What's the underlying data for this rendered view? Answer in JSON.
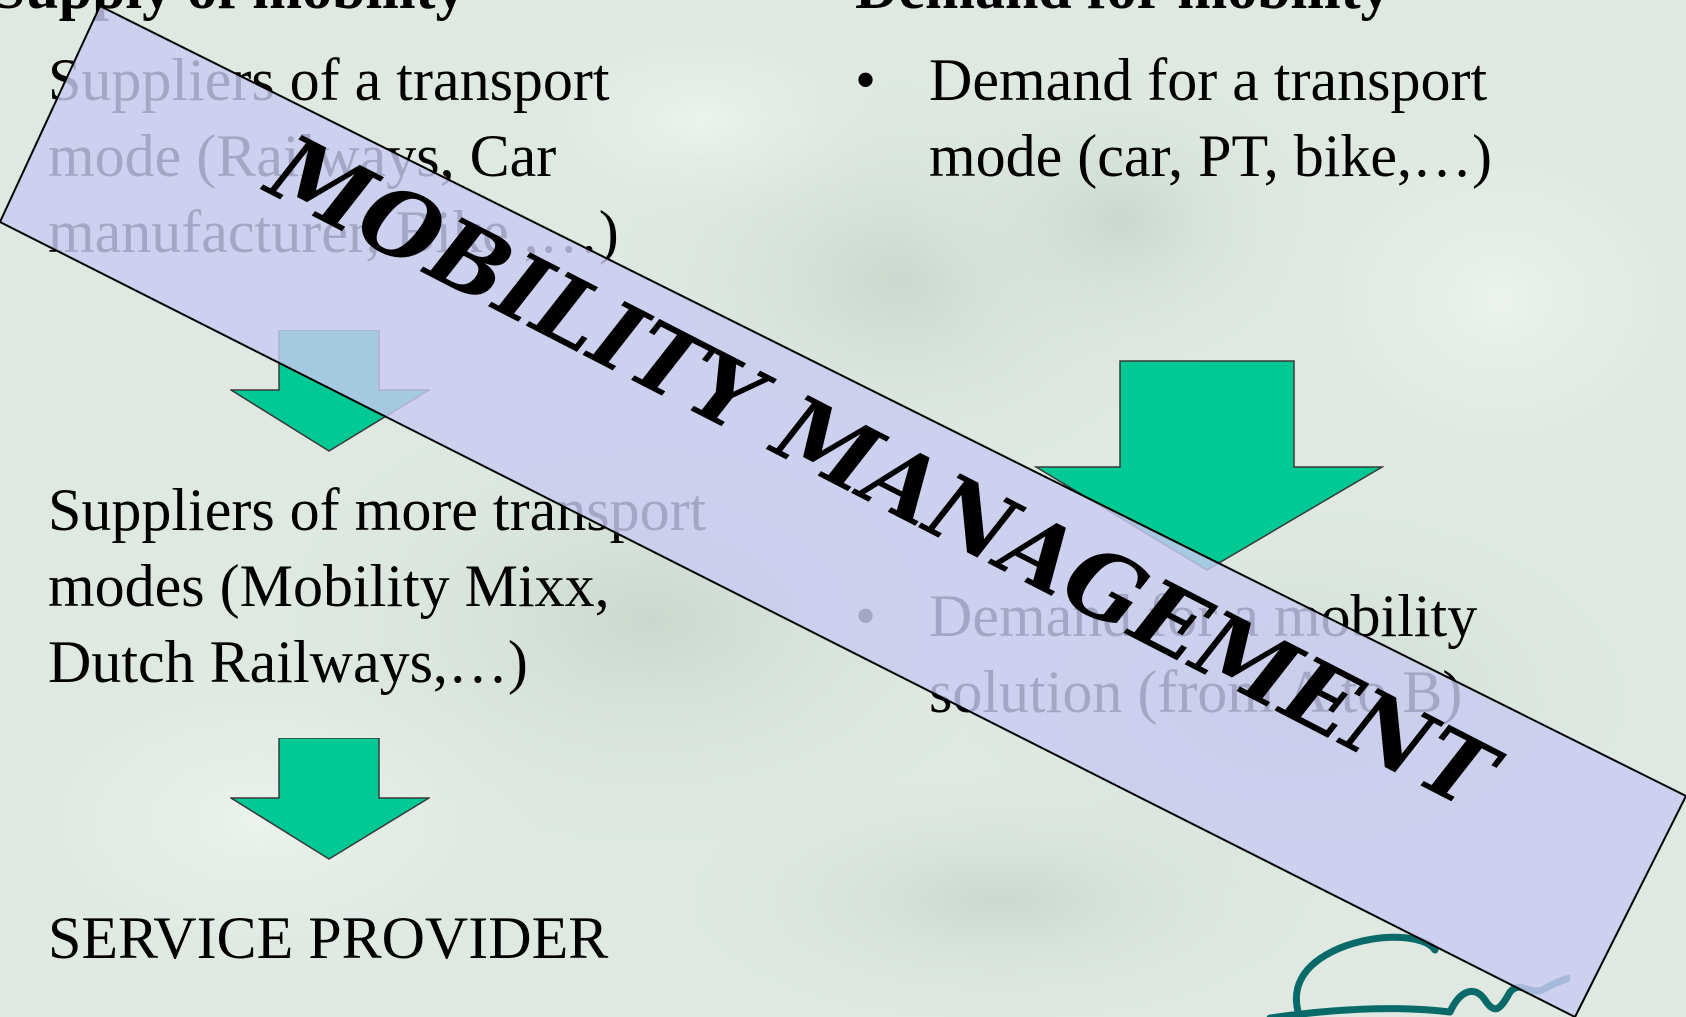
{
  "left_column": {
    "heading": "Supply of mobility",
    "block1": [
      "Suppliers of a transport",
      "mode (Railways, Car",
      "manufacturer, Bike ,…)"
    ],
    "block2": [
      "Suppliers of more transport",
      "modes (Mobility Mixx,",
      "Dutch Railways,…)"
    ],
    "block3": "SERVICE PROVIDER"
  },
  "right_column": {
    "heading": "Demand for mobility",
    "bullet_symbol": "•",
    "bullet1": [
      "Demand for a transport",
      "mode (car, PT, bike,…)"
    ],
    "bullet2": [
      "Demand for a mobility",
      "solution (from A to B)"
    ]
  },
  "banner": {
    "text": "MOBILITY MANAGEMENT",
    "fill_color": "#c9cbf0",
    "text_color": "#000000"
  },
  "colors": {
    "background": "#dfe9e2",
    "arrow": "#00c993",
    "text": "#000000"
  },
  "icons": {
    "arrows": "down-arrow-icon",
    "logo": "logo-script-icon"
  }
}
